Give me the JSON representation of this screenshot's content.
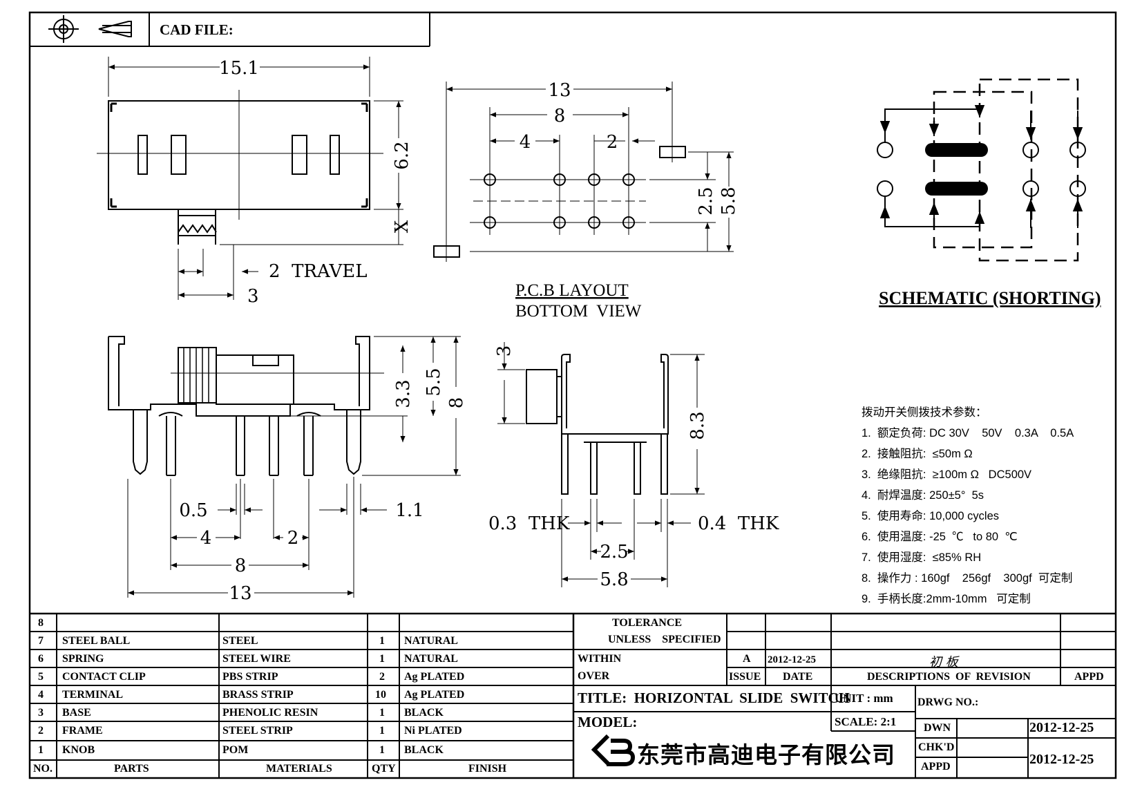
{
  "header": {
    "cad_file_label": "CAD FILE:"
  },
  "dims": {
    "top_width": "15.1",
    "top_height": "6.2",
    "top_x": "X",
    "top_travel": "2  TRAVEL",
    "top_knob": "3",
    "pcb_13": "13",
    "pcb_8": "8",
    "pcb_4": "4",
    "pcb_2": "2",
    "pcb_25": "2.5",
    "pcb_58": "5.8",
    "side_33": "3.3",
    "side_55": "5.5",
    "side_8": "8",
    "side_05": "0.5",
    "side_11": "1.1",
    "side_4": "4",
    "side_2": "2",
    "side_8b": "8",
    "side_13": "13",
    "end_3": "3",
    "end_83": "8.3",
    "end_03": "0.3  THK",
    "end_04": "0.4  THK",
    "end_25": "2.5",
    "end_58": "5.8"
  },
  "labels": {
    "pcb_line1": "P.C.B LAYOUT",
    "pcb_line2": "BOTTOM  VIEW",
    "schematic": "SCHEMATIC (SHORTING)"
  },
  "specs": {
    "title": "拨动开关侧拨技术参数：",
    "items": [
      "1.  额定负荷: DC 30V    50V    0.3A    0.5A",
      "2.  接触阻抗:  ≤50m Ω",
      "3.  绝缘阻抗:  ≥100m Ω   DC500V",
      "4.  耐焊温度: 250±5°  5s",
      "5.  使用寿命: 10,000 cycles",
      "6.  使用温度: -25  ℃   to 80  ℃",
      "7.  使用湿度:  ≤85% RH",
      "8.  操作力 : 160gf    256gf    300gf  可定制",
      "9.  手柄长度:2mm-10mm   可定制"
    ]
  },
  "bom": {
    "rows": [
      {
        "no": "8",
        "part": "",
        "material": "",
        "qty": "",
        "finish": ""
      },
      {
        "no": "7",
        "part": "STEEL  BALL",
        "material": "STEEL",
        "qty": "1",
        "finish": "NATURAL"
      },
      {
        "no": "6",
        "part": "SPRING",
        "material": "STEEL  WIRE",
        "qty": "1",
        "finish": "NATURAL"
      },
      {
        "no": "5",
        "part": "CONTACT  CLIP",
        "material": "PBS  STRIP",
        "qty": "2",
        "finish": "Ag  PLATED"
      },
      {
        "no": "4",
        "part": "TERMINAL",
        "material": "BRASS  STRIP",
        "qty": "10",
        "finish": "Ag  PLATED"
      },
      {
        "no": "3",
        "part": "BASE",
        "material": "PHENOLIC  RESIN",
        "qty": "1",
        "finish": "BLACK"
      },
      {
        "no": "2",
        "part": "FRAME",
        "material": "STEEL  STRIP",
        "qty": "1",
        "finish": "Ni  PLATED"
      },
      {
        "no": "1",
        "part": "KNOB",
        "material": "POM",
        "qty": "1",
        "finish": "BLACK"
      }
    ],
    "headers": {
      "no": "NO.",
      "part": "PARTS",
      "material": "MATERIALS",
      "qty": "QTY",
      "finish": "FINISH"
    }
  },
  "title_block": {
    "tol1": "TOLERANCE",
    "tol2": "UNLESS    SPECIFIED",
    "within": "WITHIN",
    "over": "OVER",
    "rev_issue": "A",
    "rev_date": "2012-12-25",
    "rev_desc": "初  板",
    "issue_h": "ISSUE",
    "date_h": "DATE",
    "desc_h": "DESCRIPTIONS  OF  REVISION",
    "appd_h": "APPD",
    "title": "TITLE:  HORIZONTAL  SLIDE  SWITCH",
    "unit": "UNIT : mm",
    "drwg_no": "DRWG  NO.:",
    "model": "MODEL:",
    "scale": "SCALE:  2:1",
    "dwn": "DWN",
    "dwn_date": "2012-12-25",
    "chkd": "CHK'D",
    "appd": "APPD",
    "chk_date": "2012-12-25",
    "company": "东莞市高迪电子有限公司"
  }
}
